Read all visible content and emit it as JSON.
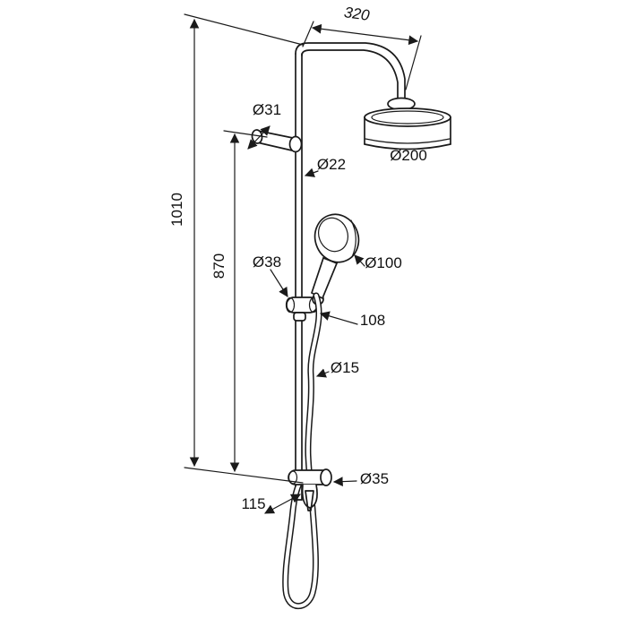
{
  "page": {
    "background": "#ffffff",
    "line_color": "#1a1a1a",
    "description": "Technical dimension drawing of a shower column set with overhead shower, hand shower, rail and hose"
  },
  "labels": {
    "arm_length": "320",
    "top_bracket_diameter": "Ø31",
    "riser_diameter": "Ø22",
    "head_diameter": "Ø200",
    "overall_height": "1010",
    "rail_height": "870",
    "slider_diameter": "Ø38",
    "handshower_diameter": "Ø100",
    "holder_offset": "108",
    "hose_diameter": "Ø15",
    "bottom_bracket_diameter": "Ø35",
    "bottom_bracket_offset": "115"
  }
}
